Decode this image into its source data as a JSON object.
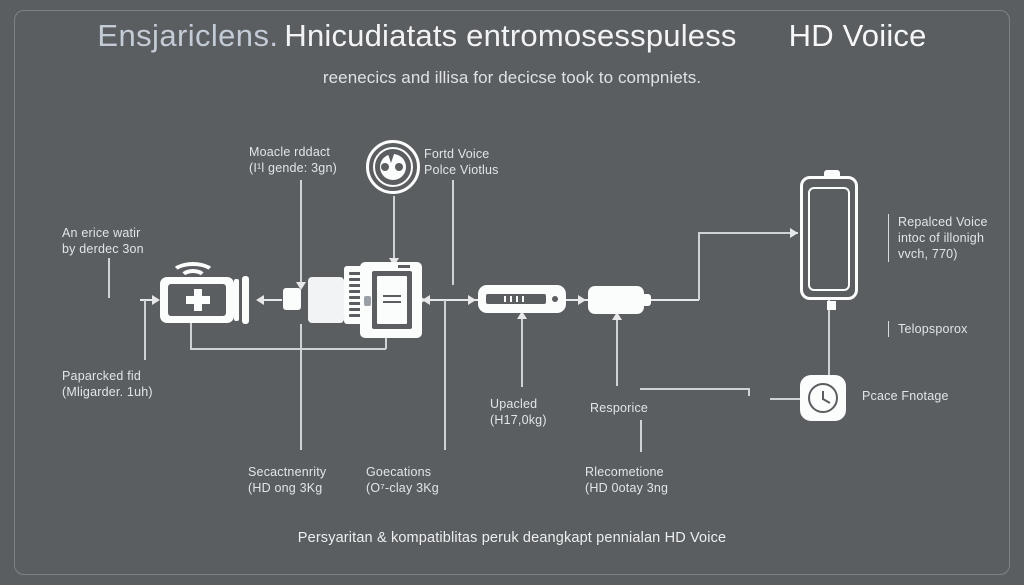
{
  "meta": {
    "background_color": "#5b5e61",
    "line_color": "#e6e8ea",
    "icon_color": "#fbfcfc",
    "accent_color": "#c3cbd6"
  },
  "header": {
    "title_part_1": "Ensjariclens.",
    "title_part_2": "Hnicudiatats entromosesspuless",
    "title_part_3": "HD Voiice",
    "subtitle": "reenecics and illisa for  decicse took to compniets."
  },
  "diagram": {
    "labels": {
      "left_top": {
        "line1": "An erice watir",
        "line2": "by derdec 3on"
      },
      "left_bottom": {
        "line1": "Paparcked fid",
        "line2": "(Mligarder. 1uh)"
      },
      "center_top_left": {
        "line1": "Moacle rddact",
        "line2": "(I¹l gende: 3gn)"
      },
      "center_top_right": {
        "line1": "Fortd Voice",
        "line2": "Polce Viotlus"
      },
      "right_top": {
        "line1": "Repalced Voice",
        "line2": "intoc of illonigh",
        "line3": "vvch, 770)"
      },
      "right_middle": {
        "line1": "Telopsporox"
      },
      "right_clock": {
        "line1": "Pcace Fnotage"
      },
      "bottom_1": {
        "line1": "Secactnenrity",
        "line2": "(HD ong 3Kg"
      },
      "bottom_2": {
        "line1": "Goecations",
        "line2": "(O⁷-clay 3Kg"
      },
      "bottom_3": {
        "line1": "Upacled",
        "line2": "(H17,0kg)"
      },
      "bottom_4": {
        "line1": "Resporice"
      },
      "bottom_5": {
        "line1": "Rlecometione",
        "line2": "(HD 0otay 3ng"
      }
    },
    "icons": {
      "gateway": "gateway-router-icon",
      "wifi": "wifi-signal-icon",
      "speaker": "speaker-antenna-icon",
      "relay": "relay-cube-icon",
      "server": "server-icon",
      "document": "document-panel-icon",
      "cabinet": "cabinet-monitor-icon",
      "modem": "modem-bar-icon",
      "capsule": "capsule-battery-icon",
      "tank": "storage-tank-icon",
      "globe": "globe-icon",
      "clock": "clock-icon"
    }
  },
  "caption": "Persyaritan & kompatiblitas peruk deangkapt pennialan HD Voice"
}
